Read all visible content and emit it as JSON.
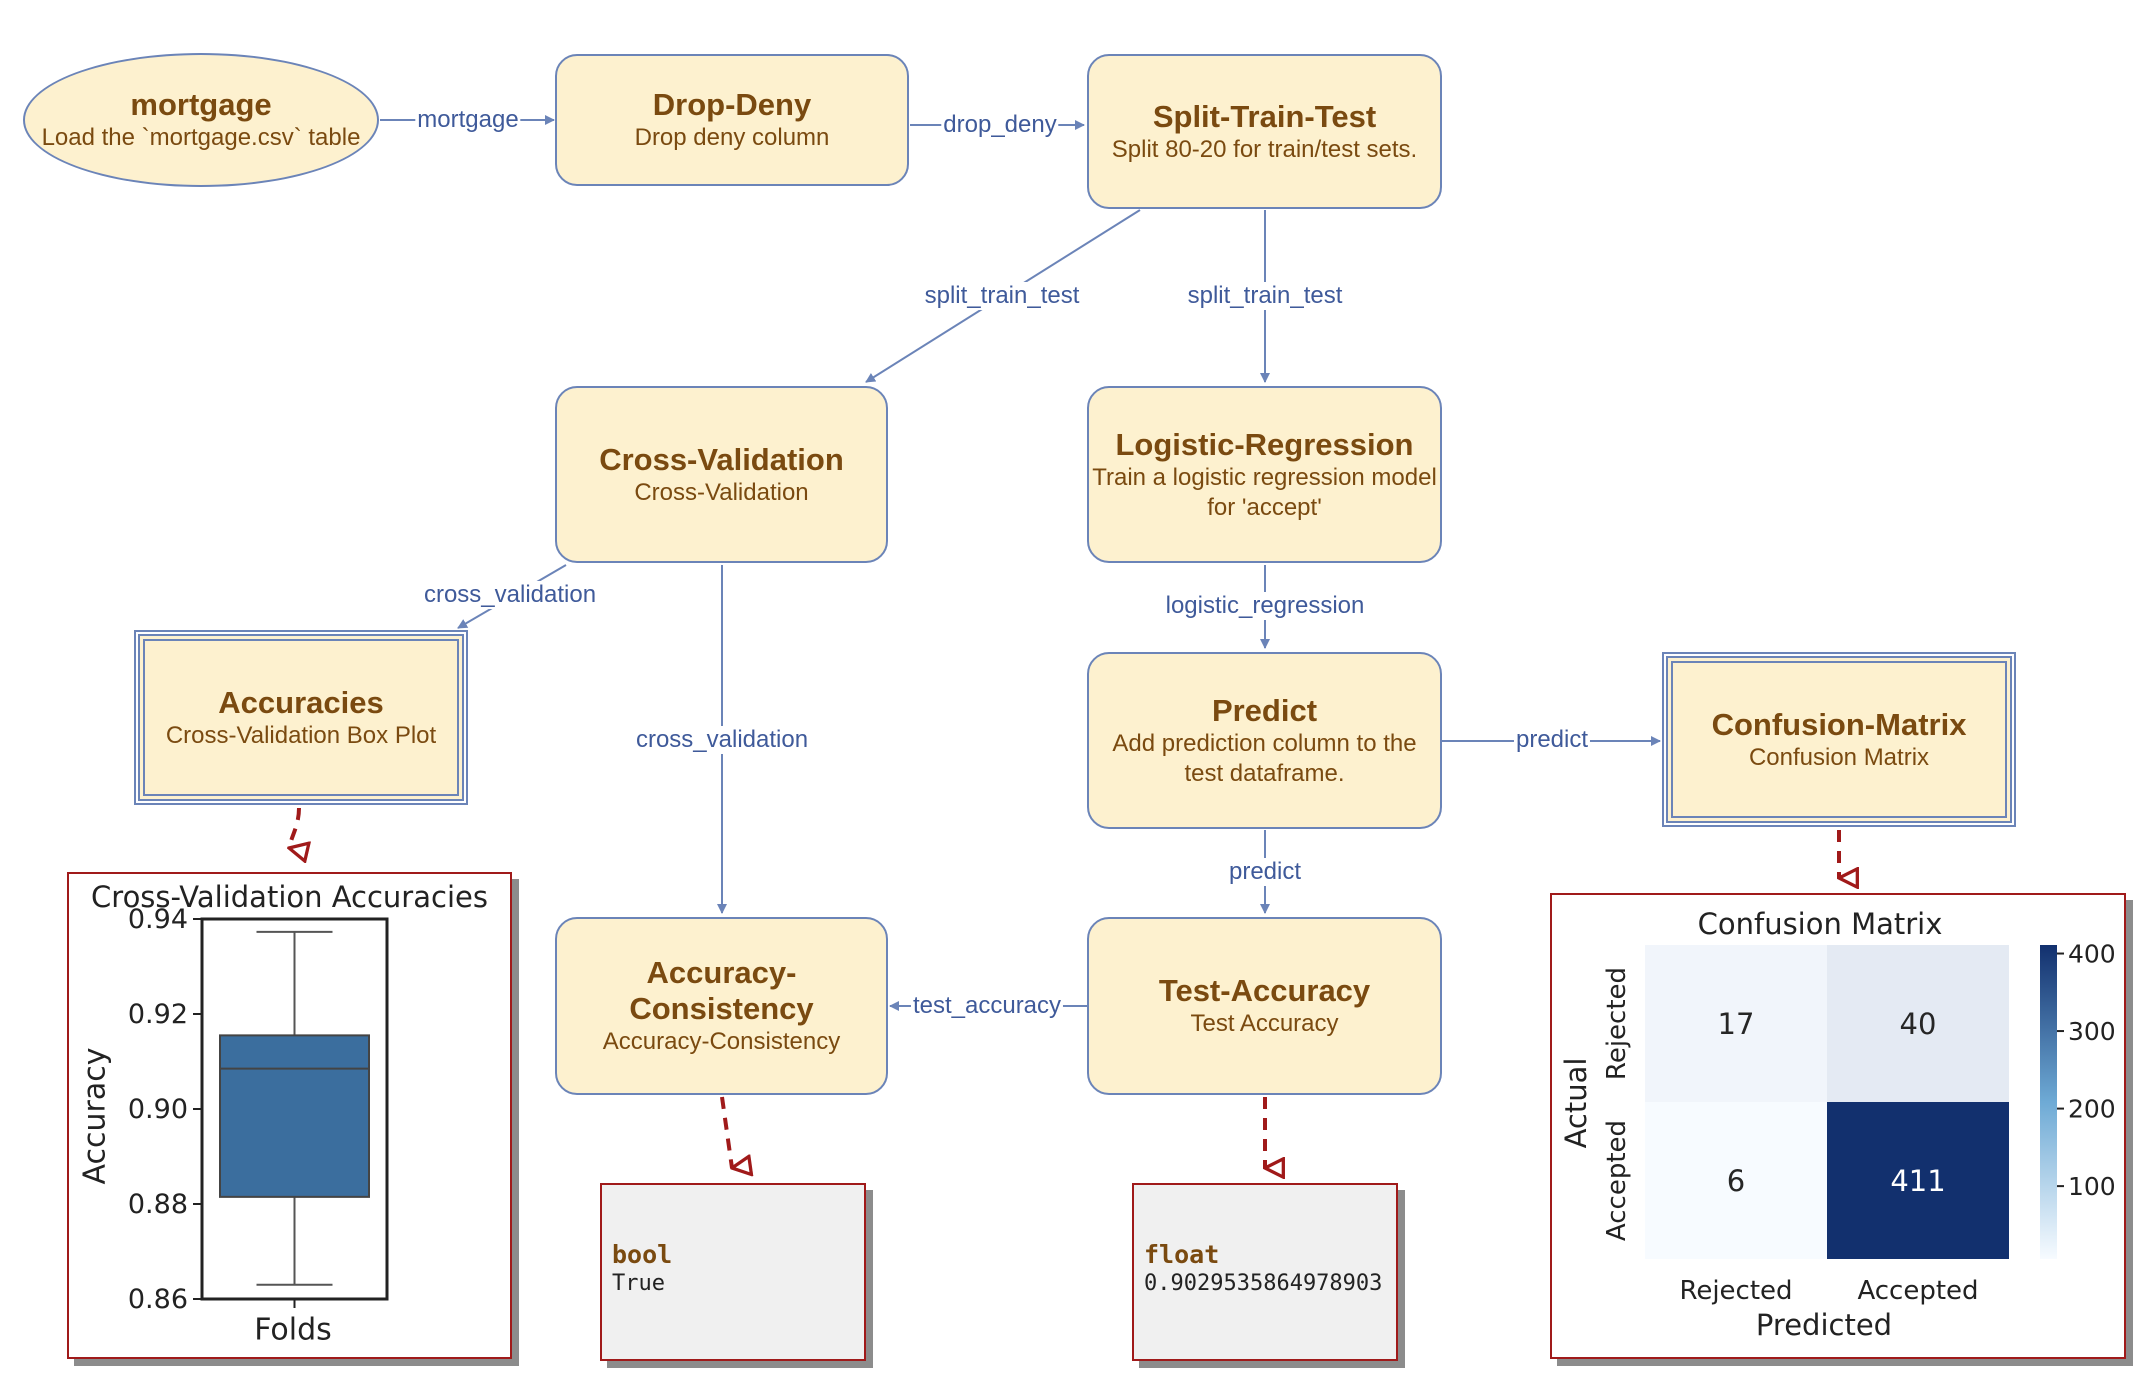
{
  "nodes": {
    "mortgage": {
      "title": "mortgage",
      "subtitle": "Load the `mortgage.csv` table"
    },
    "drop_deny": {
      "title": "Drop-Deny",
      "subtitle": "Drop deny column"
    },
    "split": {
      "title": "Split-Train-Test",
      "subtitle": "Split 80-20 for train/test sets."
    },
    "cross_validation": {
      "title": "Cross-Validation",
      "subtitle": "Cross-Validation"
    },
    "logistic": {
      "title": "Logistic-Regression",
      "subtitle1": "Train a logistic regression model",
      "subtitle2": "for 'accept'"
    },
    "accuracies": {
      "title": "Accuracies",
      "subtitle": "Cross-Validation Box Plot"
    },
    "predict": {
      "title": "Predict",
      "subtitle1": "Add prediction column to the",
      "subtitle2": "test dataframe."
    },
    "confusion": {
      "title": "Confusion-Matrix",
      "subtitle": "Confusion Matrix"
    },
    "acc_consistency": {
      "title1": "Accuracy-",
      "title2": "Consistency",
      "subtitle": "Accuracy-Consistency"
    },
    "test_accuracy": {
      "title": "Test-Accuracy",
      "subtitle": "Test Accuracy"
    }
  },
  "edges": {
    "mortgage": "mortgage",
    "drop_deny": "drop_deny",
    "split_left": "split_train_test",
    "split_right": "split_train_test",
    "cv_left": "cross_validation",
    "cv_down": "cross_validation",
    "logistic_regression": "logistic_regression",
    "predict_right": "predict",
    "predict_down": "predict",
    "test_accuracy": "test_accuracy"
  },
  "results": {
    "bool": {
      "type": "bool",
      "value": "True"
    },
    "float": {
      "type": "float",
      "value": "0.9029535864978903"
    }
  },
  "colors": {
    "node_fill": "#fdf1cf",
    "node_border": "#6b84b8",
    "node_text": "#7a4a10",
    "edge": "#6b84b8",
    "result_edge": "#a01a1a",
    "box_fill": "#3b6e9e"
  },
  "chart_data": [
    {
      "type": "box",
      "title": "Cross-Validation Accuracies",
      "xlabel": "Folds",
      "ylabel": "Accuracy",
      "ylim": [
        0.86,
        0.94
      ],
      "yticks": [
        "0.86",
        "0.88",
        "0.90",
        "0.92",
        "0.94"
      ],
      "box": {
        "whisker_low": 0.863,
        "q1": 0.8815,
        "median": 0.9085,
        "q3": 0.9155,
        "whisker_high": 0.9373
      }
    },
    {
      "type": "heatmap",
      "title": "Confusion Matrix",
      "xlabel": "Predicted",
      "ylabel": "Actual",
      "x_categories": [
        "Rejected",
        "Accepted"
      ],
      "y_categories": [
        "Rejected",
        "Accepted"
      ],
      "values": [
        [
          17,
          40
        ],
        [
          6,
          411
        ]
      ],
      "colorbar_ticks": [
        "100",
        "200",
        "300",
        "400"
      ],
      "colorbar_range": [
        6,
        411
      ]
    }
  ]
}
